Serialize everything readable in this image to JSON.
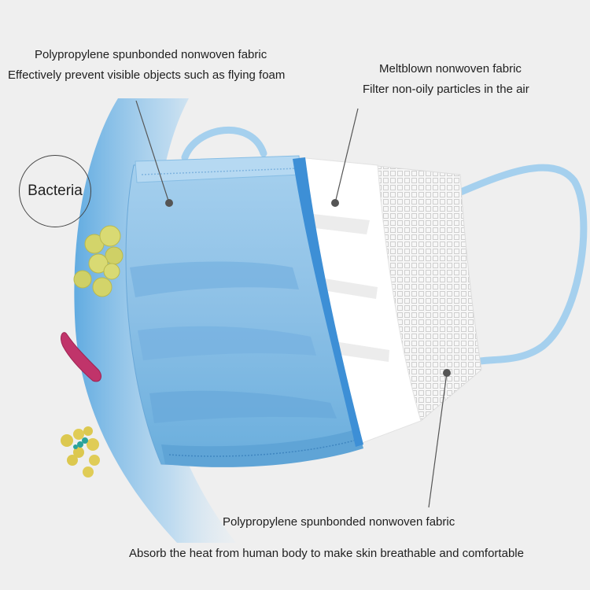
{
  "labels": {
    "outer_layer_title": "Polypropylene spunbonded nonwoven fabric",
    "outer_layer_desc": "Effectively prevent visible objects such as flying foam",
    "middle_layer_title": "Meltblown nonwoven fabric",
    "middle_layer_desc": "Filter non-oily particles in the air",
    "bacteria": "Bacteria",
    "inner_layer_title": "Polypropylene spunbonded nonwoven fabric",
    "inner_layer_desc": "Absorb the heat from human body to make skin breathable and comfortable"
  },
  "colors": {
    "background": "#efefef",
    "mask_blue": "#8fc3e6",
    "mask_blue_dark": "#5fa4d6",
    "meltblown_white": "#ffffff",
    "inner_layer": "#f4f4f4",
    "bacteria_yellow": "#d7d86a",
    "bacteria_pink": "#c0346a",
    "bacteria_teal": "#2aa39a"
  }
}
